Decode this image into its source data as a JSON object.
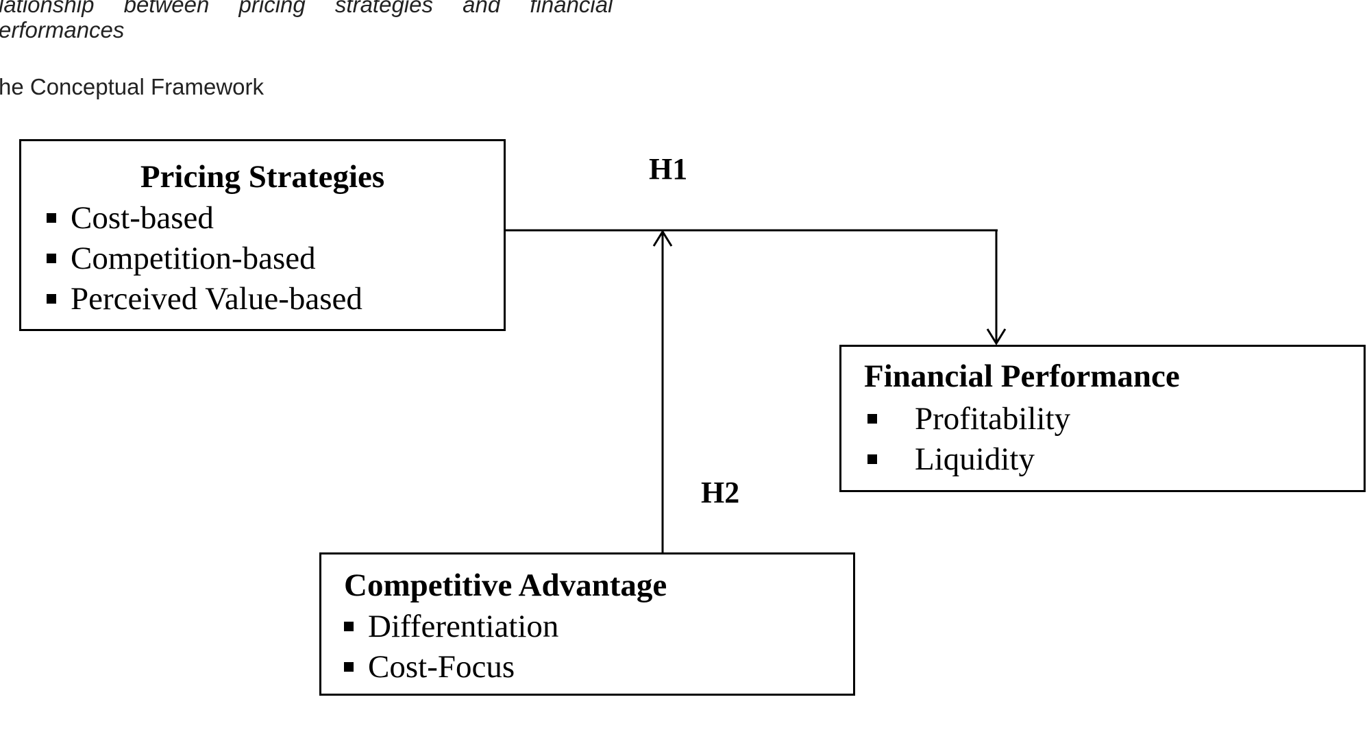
{
  "header": {
    "line1": "lationship between pricing strategies and financial",
    "line2": "erformances",
    "line3": "he Conceptual Framework"
  },
  "boxes": {
    "pricing": {
      "title": "Pricing Strategies",
      "items": [
        "Cost-based",
        "Competition-based",
        "Perceived Value-based"
      ]
    },
    "financial": {
      "title": "Financial Performance",
      "items": [
        "Profitability",
        "Liquidity"
      ]
    },
    "competitive": {
      "title": "Competitive Advantage",
      "items": [
        "Differentiation",
        "Cost-Focus"
      ]
    }
  },
  "hypotheses": {
    "h1": "H1",
    "h2": "H2"
  },
  "colors": {
    "stroke": "#000000",
    "header_text": "#222222",
    "background": "#ffffff"
  }
}
